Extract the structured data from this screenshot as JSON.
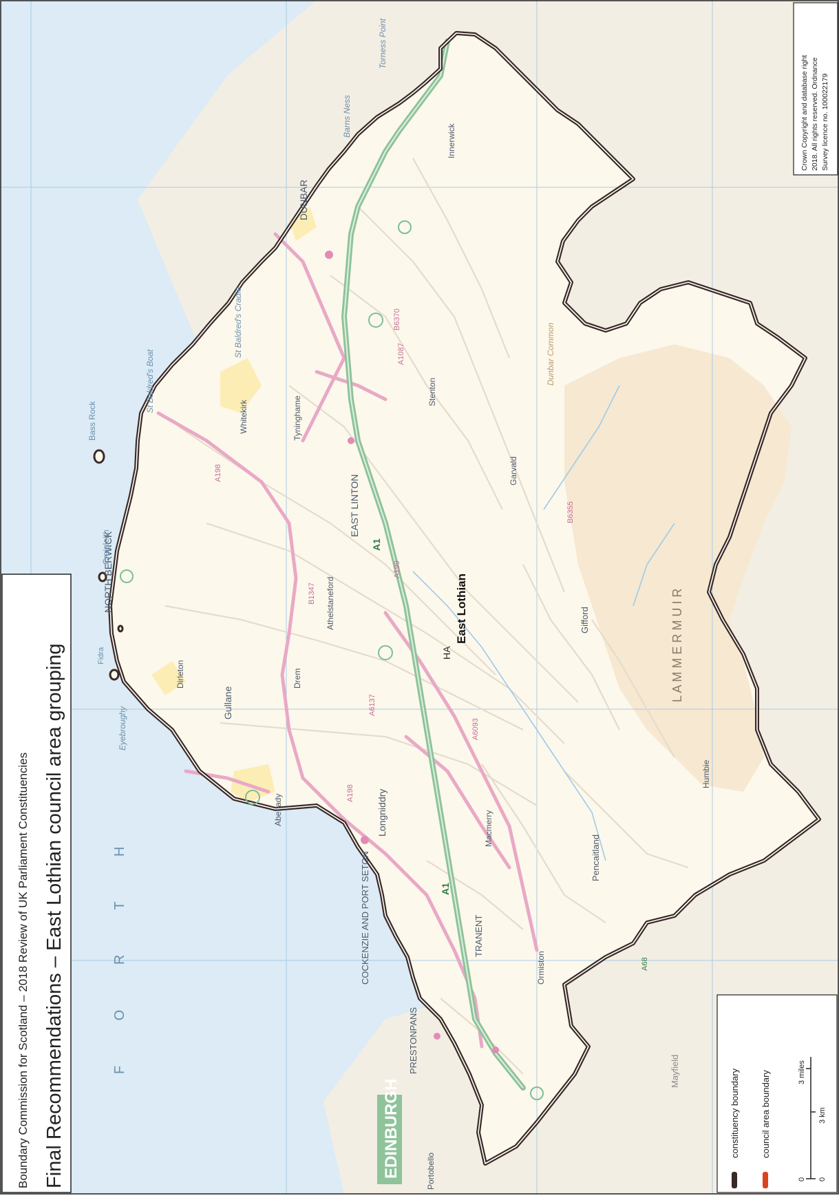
{
  "header": {
    "line1": "Boundary Commission for Scotland – 2018 Review of UK Parliament Constituencies",
    "line2": "Final Recommendations – East Lothian council area grouping"
  },
  "constituency": {
    "name": "East Lothian"
  },
  "places": {
    "north_berwick": "NORTH BERWICK",
    "dunbar": "DUNBAR",
    "east_linton": "EAST LINTON",
    "haddington": "HA",
    "cockenzie": "COCKENZIE AND PORT SETON",
    "tranent": "TRANENT",
    "prestonpans": "PRESTONPANS",
    "edinburgh": "EDINBURGH",
    "portobello": "Portobello",
    "gullane": "Gullane",
    "dirleton": "Dirleton",
    "longniddry": "Longniddry",
    "aberlady": "Aberlady",
    "gifford": "Gifford",
    "pencaitland": "Pencaitland",
    "ormiston": "Ormiston",
    "macmerry": "Macmerry",
    "humbie": "Humbie",
    "garvald": "Garvald",
    "stenton": "Stenton",
    "innerwick": "Innerwick",
    "athelstaneford": "Athelstaneford",
    "drem": "Drem",
    "whitekirk": "Whitekirk",
    "tyninghame": "Tyninghame",
    "bass_rock": "Bass Rock",
    "craigleith": "Craigleith",
    "fidra": "Fidra",
    "st_baldreds_boat": "St Baldred's Boat",
    "st_baldreds_cradle": "St Baldred's Cradle",
    "barns_ness": "Barns Ness",
    "torness_point": "Torness Point",
    "eyebroughy": "Eyebroughy",
    "lammermuir": "L A M M E R M U I R",
    "firth": "F O R T H",
    "mayfield": "Mayfield",
    "dunbar_common": "Dunbar Common"
  },
  "roads": {
    "a1": "A1",
    "a198_north": "A198",
    "a198_west": "A198",
    "a1087": "A1087",
    "a6093": "A6093",
    "a6137": "A6137",
    "a199": "A199",
    "b1347": "B1347",
    "b6370": "B6370",
    "b6355": "B6355",
    "a68": "A68"
  },
  "legend": {
    "constituency_boundary": "constituency boundary",
    "council_area_boundary": "council area boundary",
    "miles_zero": "0",
    "miles_label": "3 miles",
    "km_zero": "0",
    "km_label": "3 km"
  },
  "copyright": {
    "line1": "Crown Copyright and database right",
    "line2": "2018. All rights reserved. Ordnance",
    "line3": "Survey licence no. 100022179"
  },
  "colors": {
    "sea": "#dcebf5",
    "land": "#fbf5e8",
    "upland": "#f6e7d0",
    "constituency_boundary": "#3a2a26",
    "council_boundary": "#d9441e",
    "road_major": "#8fc39a",
    "road_a": "#e8a9c6",
    "road_minor": "#e4dccc",
    "grid": "#a9cbe5"
  }
}
